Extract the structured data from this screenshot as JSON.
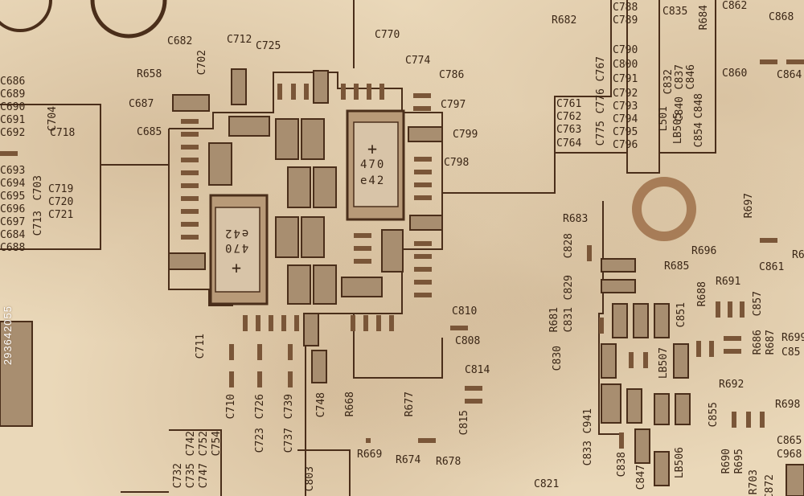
{
  "labels_h": [
    "R682",
    "C788",
    "C789",
    "C835",
    "C862",
    "C868",
    "C790",
    "C800",
    "C791",
    "C792",
    "C793",
    "C794",
    "C795",
    "C796",
    "C761",
    "C762",
    "C763",
    "C764",
    "C786",
    "C797",
    "C799",
    "C798",
    "R658",
    "C682",
    "C712",
    "C725",
    "C770",
    "C774",
    "C687",
    "C685",
    "C686",
    "C689",
    "C690",
    "C691",
    "C692",
    "C718",
    "C693",
    "C694",
    "C695",
    "C696",
    "C697",
    "C684",
    "C688",
    "C719",
    "C720",
    "C721",
    "R683",
    "R696",
    "R685",
    "R691",
    "C861",
    "R692",
    "C810",
    "C808",
    "C814",
    "C860",
    "C864",
    "R669",
    "R674",
    "R678",
    "C821",
    "C865",
    "C968",
    "R698",
    "R699",
    "C85",
    "R69"
  ],
  "labels_v": [
    "C702",
    "C704",
    "C713",
    "C703",
    "C711",
    "C710",
    "C723",
    "C726",
    "C737",
    "C739",
    "C748",
    "C803",
    "C732",
    "C735",
    "C742",
    "C747",
    "C752",
    "C754",
    "R668",
    "R677",
    "C815",
    "C828",
    "C829",
    "C830",
    "C831",
    "R681",
    "C833",
    "C941",
    "C838",
    "C847",
    "LB506",
    "LB507",
    "C851",
    "C855",
    "C857",
    "R688",
    "R686",
    "R687",
    "R690",
    "R695",
    "R703",
    "R697",
    "C775",
    "C776",
    "C767",
    "L501",
    "LB505",
    "C832",
    "C837",
    "C840",
    "C846",
    "C848",
    "C854",
    "R684",
    "C872"
  ],
  "chip_text": [
    "470",
    "e42"
  ],
  "watermark": "293642055"
}
